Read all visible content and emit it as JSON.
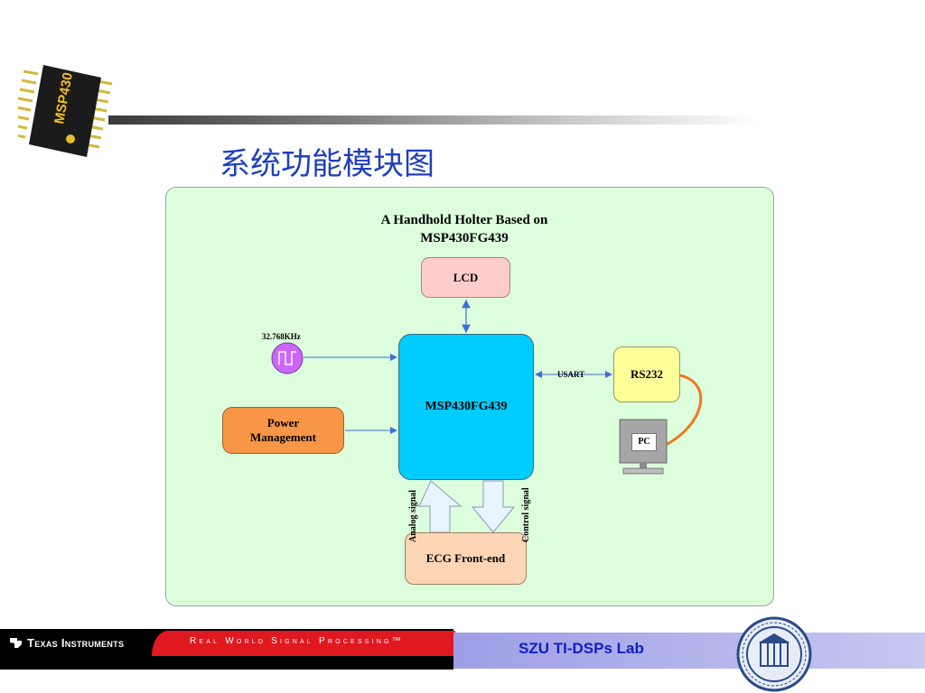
{
  "slide": {
    "title": "系统功能模块图"
  },
  "diagram": {
    "title_line1": "A Handhold Holter Based on",
    "title_line2": "MSP430FG439",
    "blocks": {
      "lcd": "LCD",
      "mcu": "MSP430FG439",
      "power_line1": "Power",
      "power_line2": "Management",
      "rs232": "RS232",
      "ecg": "ECG Front-end",
      "pc": "PC"
    },
    "labels": {
      "clock": "32.768KHz",
      "usart": "USART",
      "analog": "Analog signal",
      "control": "Control signal"
    },
    "chip_marking": "MSP430"
  },
  "footer": {
    "company": "Texas Instruments",
    "tagline": "Real World Signal Processing™",
    "lab": "SZU TI-DSPs Lab"
  },
  "colors": {
    "panel_bg": "#ddfedd",
    "lcd": "#ffcccc",
    "mcu": "#00ccff",
    "power": "#f79646",
    "rs232": "#ffff99",
    "ecg": "#fcd5b4",
    "arrow": "#3b6fd6",
    "title": "#1f3fbf"
  }
}
